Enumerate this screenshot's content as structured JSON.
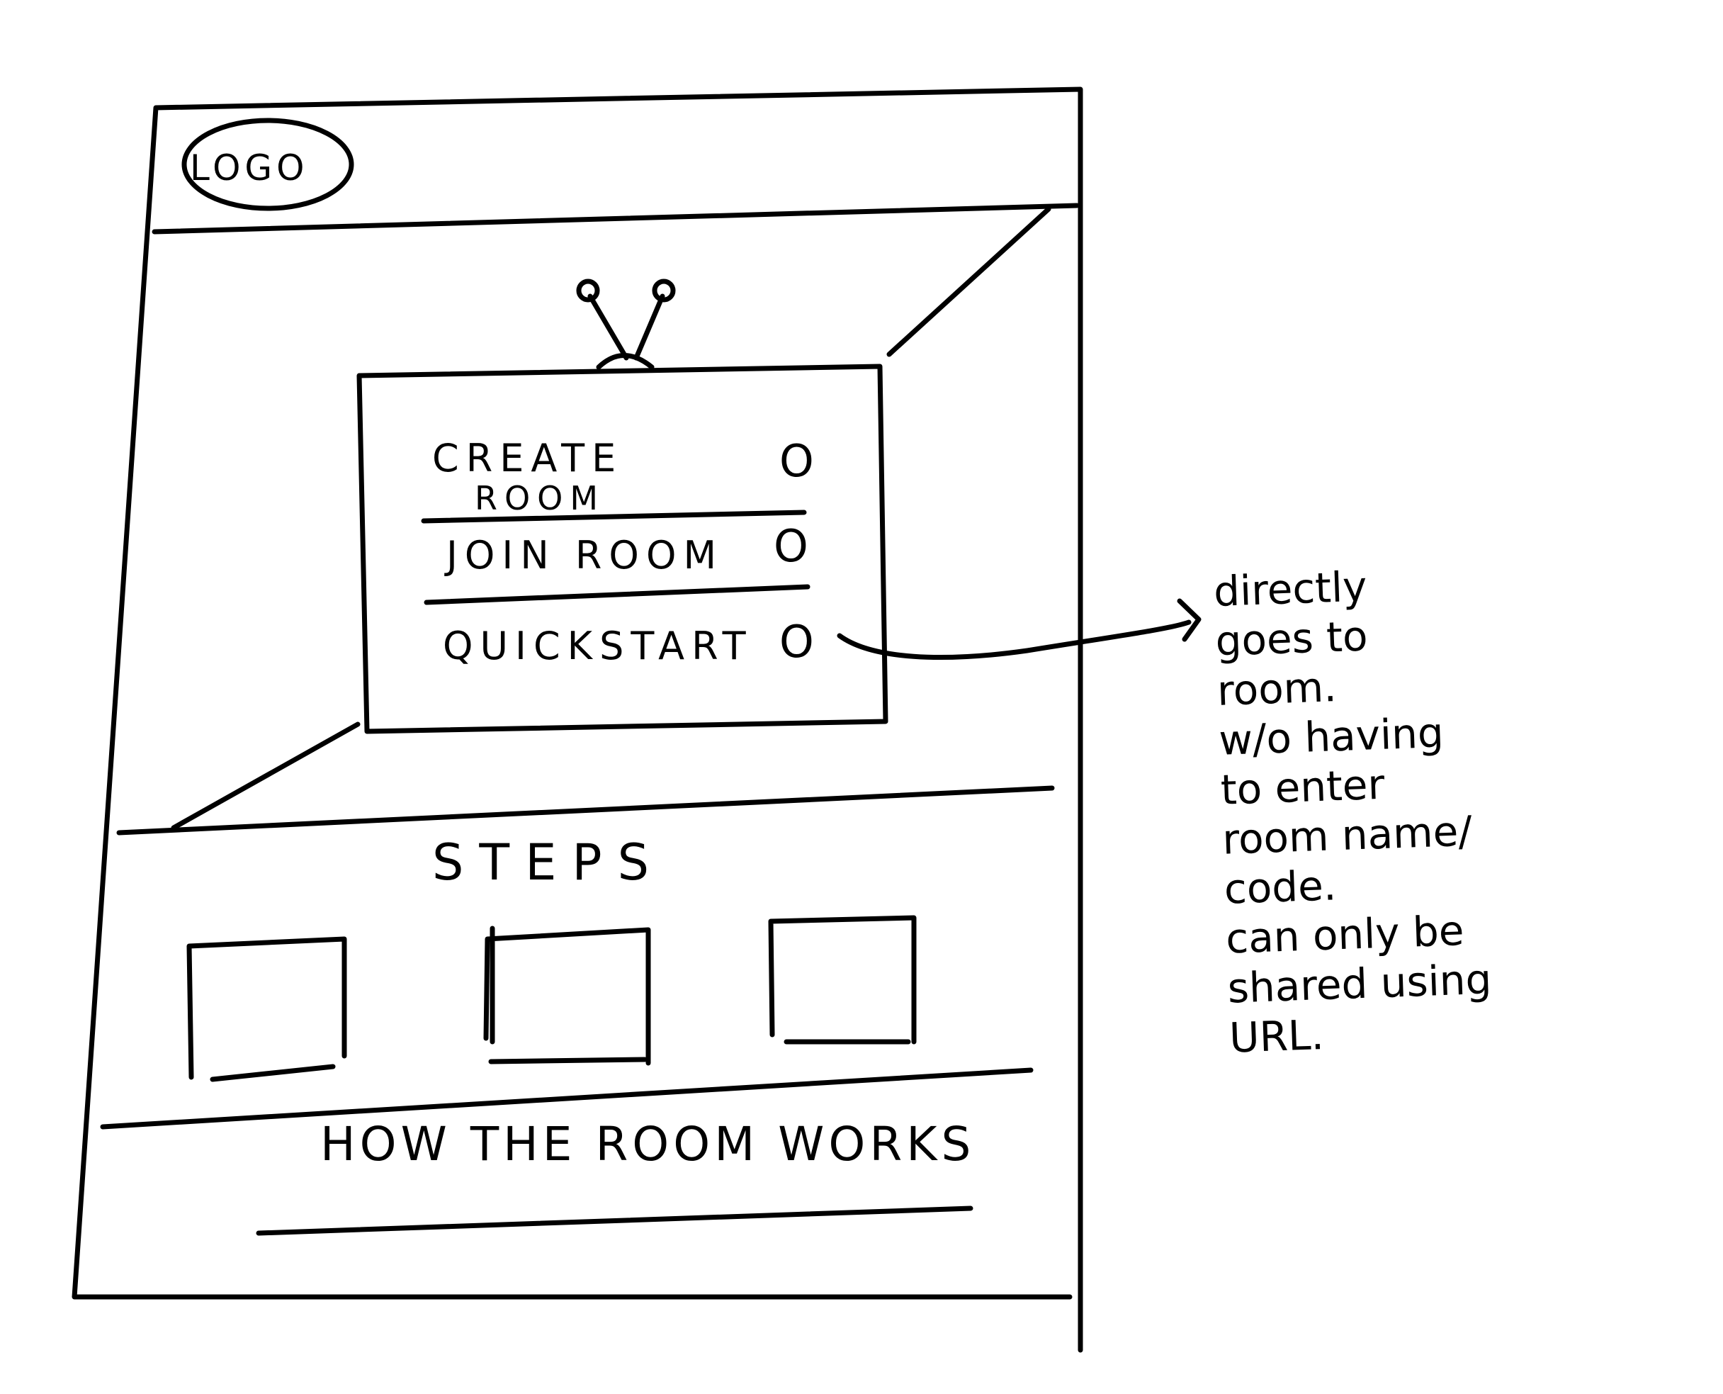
{
  "header": {
    "logo_text": "LOGO"
  },
  "menu": {
    "items": [
      {
        "label_line1": "CREATE",
        "label_line2": "ROOM",
        "radio": "O"
      },
      {
        "label": "JOIN ROOM",
        "radio": "O"
      },
      {
        "label": "QUICKSTART",
        "radio": "O"
      }
    ]
  },
  "steps": {
    "title": "STEPS"
  },
  "how_section": {
    "title": "HOW THE ROOM WORKS"
  },
  "annotation": {
    "text": "directly\ngoes to\nroom.\nw/o having\nto enter\nroom name/\ncode.\ncan only be\nshared using\nURL."
  }
}
